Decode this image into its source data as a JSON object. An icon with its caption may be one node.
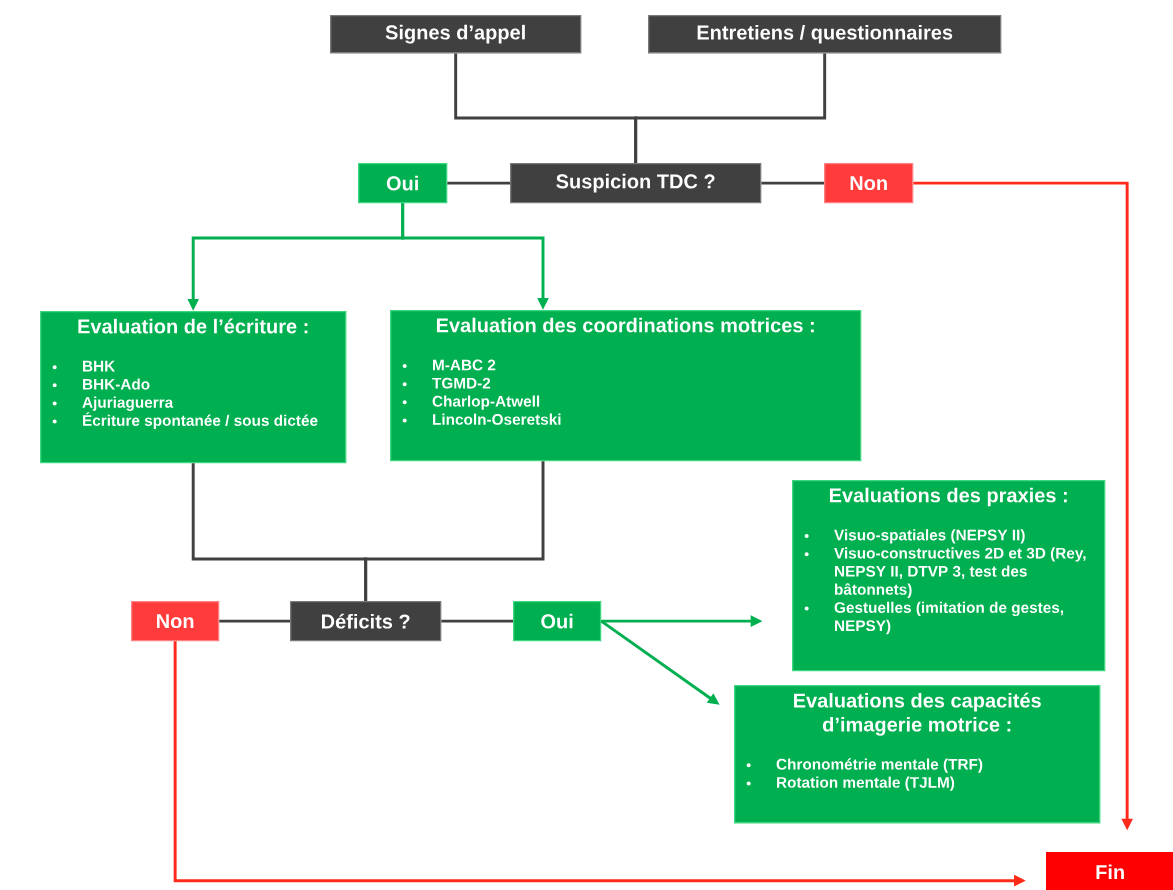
{
  "diagram": {
    "nodes": [
      {
        "text": [
          "Signes d’appel"
        ]
      },
      {
        "text": [
          "Entretiens / questionnaires"
        ]
      },
      {
        "text": [
          "Oui"
        ]
      },
      {
        "text": [
          "Suspicion TDC ?"
        ]
      },
      {
        "text": [
          "Non"
        ]
      },
      {
        "text": [
          "Evaluation de l’écriture :",
          "BHK",
          "BHK-Ado",
          "Ajuriaguerra",
          "Écriture spontanée / sous dictée"
        ]
      },
      {
        "text": [
          "Evaluation des coordinations motrices :",
          "M-ABC 2",
          "TGMD-2",
          "Charlop-Atwell",
          "Lincoln-Oseretski"
        ]
      },
      {
        "text": [
          "Non"
        ]
      },
      {
        "text": [
          "Déficits ?"
        ]
      },
      {
        "text": [
          "Oui"
        ]
      },
      {
        "text": [
          "Evaluations des praxies :",
          "Visuo-spatiales (NEPSY II)",
          "Visuo-constructives 2D et 3D (Rey, NEPSY II, DTVP 3, test des bâtonnets)",
          "Gestuelles (imitation de gestes, NEPSY)"
        ]
      },
      {
        "text": [
          "Evaluations des capacités d’imagerie motrice :",
          "Chronométrie mentale (TRF)",
          "Rotation mentale (TJLM)"
        ]
      },
      {
        "text": [
          "Fin"
        ]
      }
    ],
    "edges": [
      {
        "from": 0,
        "to": 3,
        "arrow": "none"
      },
      {
        "from": 1,
        "to": 3,
        "arrow": "none"
      },
      {
        "from": 3,
        "to": 2,
        "arrow": "none"
      },
      {
        "from": 3,
        "to": 4,
        "arrow": "none"
      },
      {
        "from": 2,
        "to": 5,
        "arrow": "to",
        "color": "#00b050"
      },
      {
        "from": 2,
        "to": 6,
        "arrow": "to",
        "color": "#00b050"
      },
      {
        "from": 4,
        "to": 12,
        "arrow": "to",
        "color": "#ff2a1a"
      },
      {
        "from": 5,
        "to": 8,
        "arrow": "none"
      },
      {
        "from": 6,
        "to": 8,
        "arrow": "none"
      },
      {
        "from": 8,
        "to": 7,
        "arrow": "none"
      },
      {
        "from": 8,
        "to": 9,
        "arrow": "none"
      },
      {
        "from": 9,
        "to": 10,
        "arrow": "to",
        "color": "#00b050"
      },
      {
        "from": 9,
        "to": 11,
        "arrow": "to",
        "color": "#00b050"
      },
      {
        "from": 7,
        "to": 12,
        "arrow": "to",
        "color": "#ff2a1a"
      }
    ]
  }
}
